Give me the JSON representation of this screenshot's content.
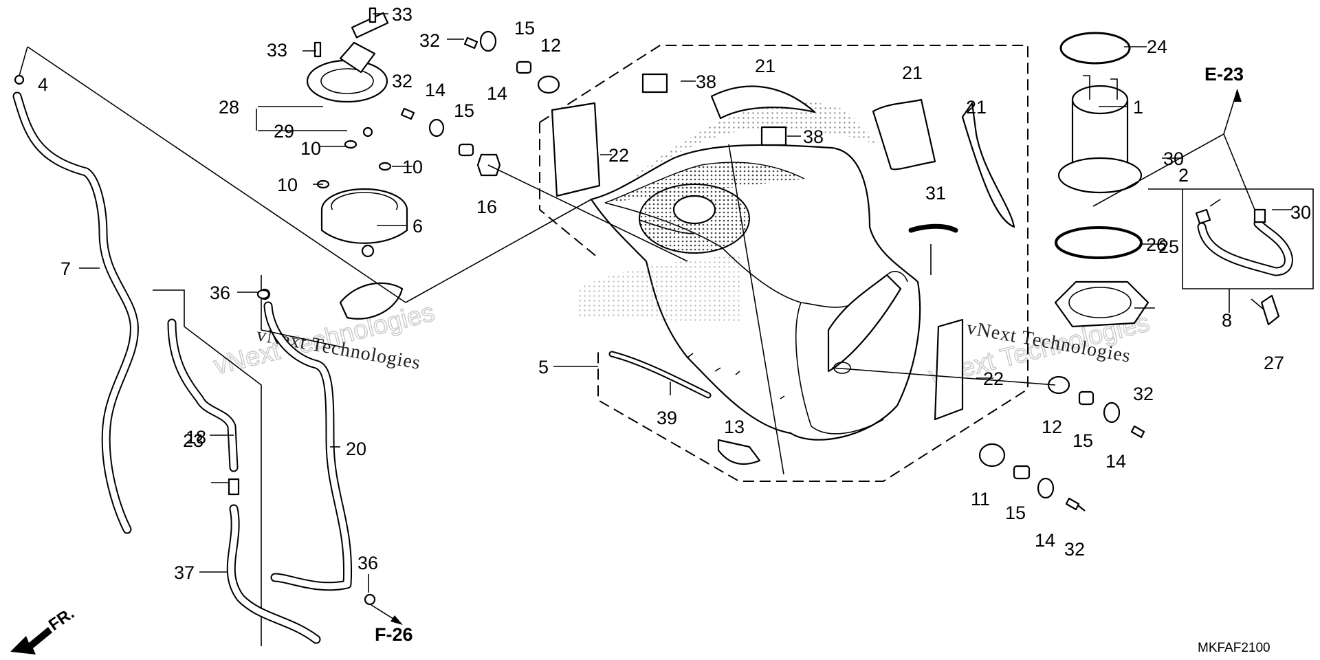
{
  "diagram": {
    "code": "MKFAF2100",
    "watermark_outline": "vNext Technologies",
    "watermark_serif": "vNext Technologies",
    "refs": {
      "e23": "E-23",
      "f26": "F-26",
      "front": "FR."
    },
    "callouts": [
      {
        "id": "c1",
        "text": "1"
      },
      {
        "id": "c2",
        "text": "2"
      },
      {
        "id": "c4",
        "text": "4"
      },
      {
        "id": "c5",
        "text": "5"
      },
      {
        "id": "c6",
        "text": "6"
      },
      {
        "id": "c7",
        "text": "7"
      },
      {
        "id": "c8",
        "text": "8"
      },
      {
        "id": "c10a",
        "text": "10"
      },
      {
        "id": "c10b",
        "text": "10"
      },
      {
        "id": "c10c",
        "text": "10"
      },
      {
        "id": "c11",
        "text": "11"
      },
      {
        "id": "c12a",
        "text": "12"
      },
      {
        "id": "c12b",
        "text": "12"
      },
      {
        "id": "c13",
        "text": "13"
      },
      {
        "id": "c14a",
        "text": "14"
      },
      {
        "id": "c14b",
        "text": "14"
      },
      {
        "id": "c14c",
        "text": "14"
      },
      {
        "id": "c14d",
        "text": "14"
      },
      {
        "id": "c15a",
        "text": "15"
      },
      {
        "id": "c15b",
        "text": "15"
      },
      {
        "id": "c15c",
        "text": "15"
      },
      {
        "id": "c15d",
        "text": "15"
      },
      {
        "id": "c16",
        "text": "16"
      },
      {
        "id": "c18",
        "text": "18"
      },
      {
        "id": "c20",
        "text": "20"
      },
      {
        "id": "c21a",
        "text": "21"
      },
      {
        "id": "c21b",
        "text": "21"
      },
      {
        "id": "c21c",
        "text": "21"
      },
      {
        "id": "c22a",
        "text": "22"
      },
      {
        "id": "c22b",
        "text": "22"
      },
      {
        "id": "c23",
        "text": "23"
      },
      {
        "id": "c24",
        "text": "24"
      },
      {
        "id": "c25",
        "text": "25"
      },
      {
        "id": "c26",
        "text": "26"
      },
      {
        "id": "c27",
        "text": "27"
      },
      {
        "id": "c28",
        "text": "28"
      },
      {
        "id": "c29",
        "text": "29"
      },
      {
        "id": "c30a",
        "text": "30"
      },
      {
        "id": "c30b",
        "text": "30"
      },
      {
        "id": "c31",
        "text": "31"
      },
      {
        "id": "c32a",
        "text": "32"
      },
      {
        "id": "c32b",
        "text": "32"
      },
      {
        "id": "c32c",
        "text": "32"
      },
      {
        "id": "c32d",
        "text": "32"
      },
      {
        "id": "c33a",
        "text": "33"
      },
      {
        "id": "c33b",
        "text": "33"
      },
      {
        "id": "c36a",
        "text": "36"
      },
      {
        "id": "c36b",
        "text": "36"
      },
      {
        "id": "c37",
        "text": "37"
      },
      {
        "id": "c38a",
        "text": "38"
      },
      {
        "id": "c38b",
        "text": "38"
      },
      {
        "id": "c39",
        "text": "39"
      }
    ]
  }
}
